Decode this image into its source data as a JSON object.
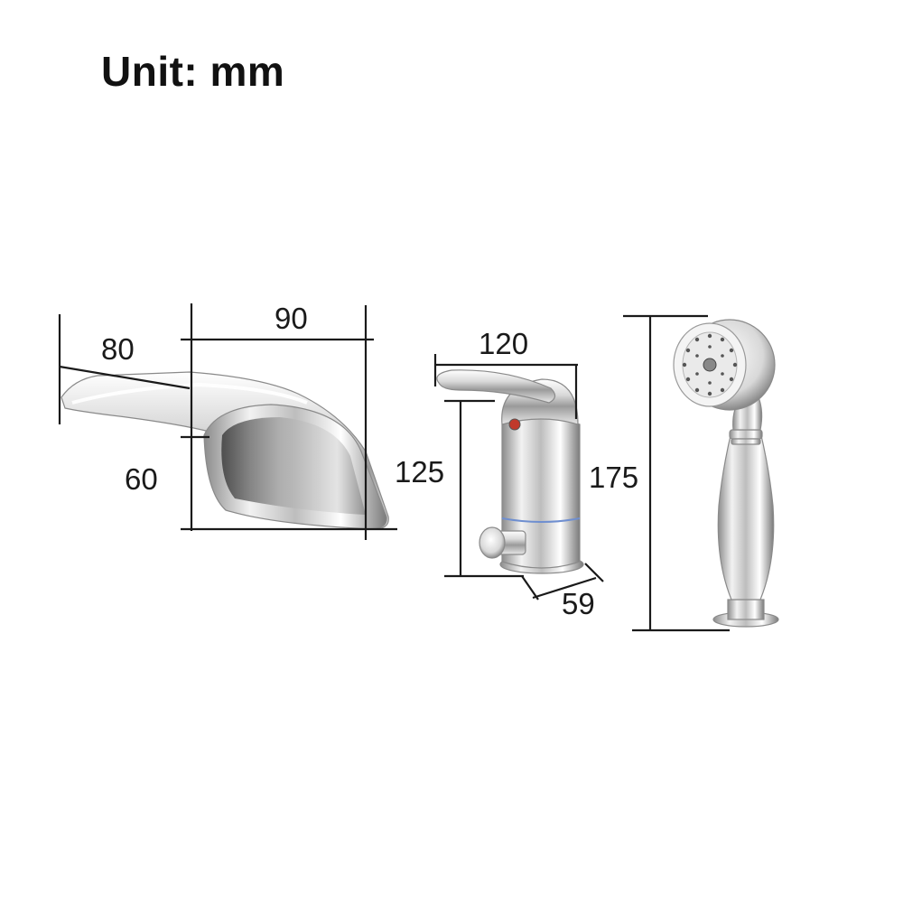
{
  "title": "Unit: mm",
  "dimensions": {
    "spout_depth": "80",
    "spout_length": "90",
    "spout_height": "60",
    "mixer_width": "120",
    "mixer_height": "125",
    "mixer_base": "59",
    "handshower_length": "175"
  },
  "colors": {
    "dimension_line": "#1a1a1a",
    "chrome_light": "#f4f4f4",
    "chrome_dark": "#6e6e6e",
    "accent_ring": "#6f8fd0"
  }
}
